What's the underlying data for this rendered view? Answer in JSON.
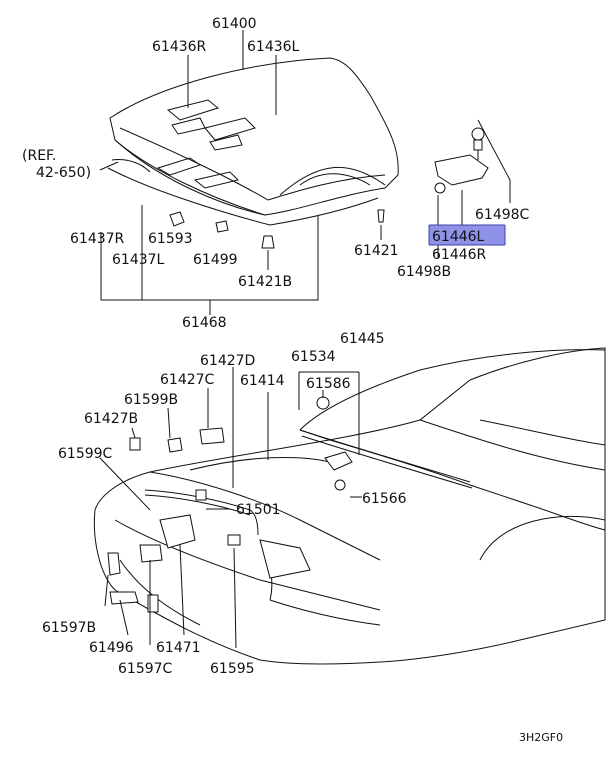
{
  "labels": {
    "p61400": "61400",
    "p61436R": "61436R",
    "p61436L": "61436L",
    "ref1": "(REF.",
    "ref2": "42-650)",
    "p61498C": "61498C",
    "p61446L": "61446L",
    "p61446R": "61446R",
    "p61498B": "61498B",
    "p61421": "61421",
    "p61437R": "61437R",
    "p61593": "61593",
    "p61437L": "61437L",
    "p61499": "61499",
    "p61421B": "61421B",
    "p61468": "61468",
    "p61427D": "61427D",
    "p61534": "61534",
    "p61445": "61445",
    "p61427C": "61427C",
    "p61414": "61414",
    "p61586": "61586",
    "p61599B": "61599B",
    "p61427B": "61427B",
    "p61599C": "61599C",
    "p61566": "61566",
    "p61501": "61501",
    "p61597B": "61597B",
    "p61496": "61496",
    "p61471": "61471",
    "p61597C": "61597C",
    "p61595": "61595",
    "diagram_code": "3H2GF0"
  },
  "highlight_color": "#8f93e8"
}
